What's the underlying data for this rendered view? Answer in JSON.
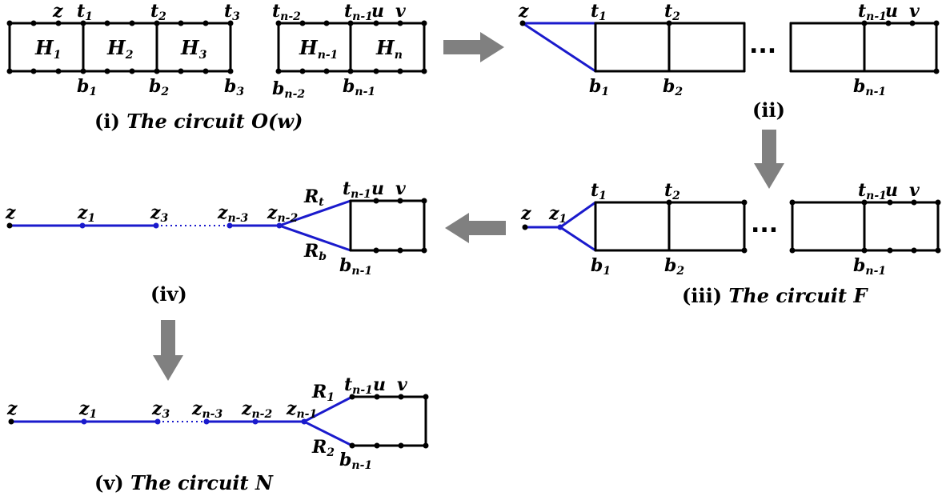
{
  "colors": {
    "edge": "#000000",
    "highlight": "#1a1acc",
    "arrow": "#808080",
    "background": "#ffffff"
  },
  "labels": {
    "z": "z",
    "z1": "z",
    "z1_sub": "1",
    "z3": "z",
    "z3_sub": "3",
    "zn3": "z",
    "zn3_sub": "n-3",
    "zn2": "z",
    "zn2_sub": "n-2",
    "zn1": "z",
    "zn1_sub": "n-1",
    "t": "t",
    "b": "b",
    "H": "H",
    "sub1": "1",
    "sub2": "2",
    "sub3": "3",
    "subn": "n",
    "subn1": "n-1",
    "subn2": "n-2",
    "u": "u",
    "v": "v",
    "R": "R",
    "Rt_sub": "t",
    "Rb_sub": "b",
    "R1_sub": "1",
    "R2_sub": "2",
    "ellipsis": "..."
  },
  "captions": {
    "i_prefix": "(i) ",
    "i_text": "The circuit O(w)",
    "ii": "(ii)",
    "iii_prefix": "(iii) ",
    "iii_text": "The circuit  F",
    "iv": "(iv)",
    "v_prefix": "(v) ",
    "v_text": "The circuit  N"
  }
}
